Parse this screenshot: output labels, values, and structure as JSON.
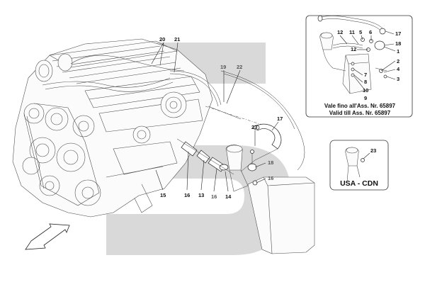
{
  "diagram": {
    "validity_note": {
      "line1": "Vale fino all'Ass. Nr. 65897",
      "line2": "Valid till Ass. Nr. 65897"
    },
    "usa_box": {
      "label": "USA - CDN",
      "callout": "23"
    },
    "callouts_main": [
      "20",
      "21",
      "19",
      "22",
      "17",
      "23",
      "18",
      "16",
      "15",
      "16",
      "13",
      "16",
      "14"
    ],
    "callouts_inset": [
      "12",
      "11",
      "5",
      "6",
      "17",
      "18",
      "12",
      "1",
      "2",
      "4",
      "3",
      "7",
      "8",
      "10",
      "9"
    ],
    "colors": {
      "watermark": "#d9d9d9",
      "line": "#222222"
    },
    "icons": [
      "direction-arrow-icon"
    ]
  }
}
